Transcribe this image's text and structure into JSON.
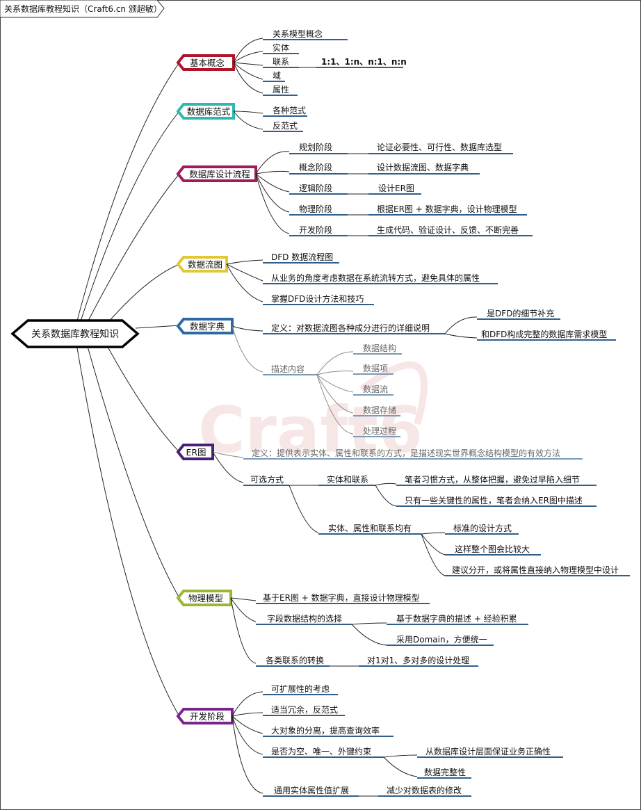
{
  "title_tab": "关系数据库教程知识（Craft6.cn 颁超敏）",
  "watermark": "Craft6",
  "root": "关系数据库教程知识",
  "colors": {
    "c1": "#b0132a",
    "c2": "#2fb8b0",
    "c3": "#a3195b",
    "c4": "#e0c838",
    "c5": "#2d6aa5",
    "c6": "#4b1f78",
    "c7": "#98b832",
    "c8": "#7b2491",
    "underline": "#2f5f8a",
    "watermark": "#f1d3d3"
  },
  "c1": {
    "label": "基本概念",
    "items": [
      "关系模型概念",
      "实体",
      "联系",
      "域",
      "属性"
    ],
    "sub": "1:1、1:n、n:1、n:n"
  },
  "c2": {
    "label": "数据库范式",
    "items": [
      "各种范式",
      "反范式"
    ]
  },
  "c3": {
    "label": "数据库设计流程",
    "stages": [
      "规划阶段",
      "概念阶段",
      "逻辑阶段",
      "物理阶段",
      "开发阶段"
    ],
    "details": [
      "论证必要性、可行性、数据库选型",
      "设计数据流图、数据字典",
      "设计ER图",
      "根据ER图 + 数据字典，设计物理模型",
      "生成代码、验证设计、反馈、不断完善"
    ]
  },
  "c4": {
    "label": "数据流图",
    "items": [
      "DFD 数据流程图",
      "从业务的角度考虑数据在系统流转方式，避免具体的属性",
      "掌握DFD设计方法和技巧"
    ]
  },
  "c5": {
    "label": "数据字典",
    "def": "定义：对数据流图各种成分进行的详细说明",
    "def_children": [
      "是DFD的细节补充",
      "和DFD构成完整的数据库需求模型"
    ],
    "desc": "描述内容",
    "desc_items": [
      "数据结构",
      "数据项",
      "数据流",
      "数据存储",
      "处理过程"
    ]
  },
  "c6": {
    "label": "ER图",
    "def": "定义：提供表示实体、属性和联系的方式，是描述现实世界概念结构模型的有效方法",
    "opt": "可选方式",
    "opt_a": "实体和联系",
    "opt_a_items": [
      "笔者习惯方式，从整体把握，避免过早陷入细节",
      "只有一些关键性的属性，笔者会纳入ER图中描述"
    ],
    "opt_b": "实体、属性和联系均有",
    "opt_b_items": [
      "标准的设计方式",
      "这样整个图会比较大",
      "建议分开，或将属性直接纳入物理模型中设计"
    ]
  },
  "c7": {
    "label": "物理模型",
    "items": [
      "基于ER图 + 数据字典，直接设计物理模型",
      "字段数据结构的选择",
      "各类联系的转换"
    ],
    "field_items": [
      "基于数据字典的描述 + 经验积累",
      "采用Domain，方便统一"
    ],
    "rel_item": "对1对1、多对多的设计处理"
  },
  "c8": {
    "label": "开发阶段",
    "items": [
      "可扩展性的考虑",
      "适当冗余，反范式",
      "大对象的分离，提高查询效率",
      "是否为空、唯一、外键约束",
      "通用实体属性值扩展"
    ],
    "constraint_items": [
      "从数据库设计层面保证业务正确性",
      "数据完整性"
    ],
    "ext_item": "减少对数据表的修改"
  }
}
